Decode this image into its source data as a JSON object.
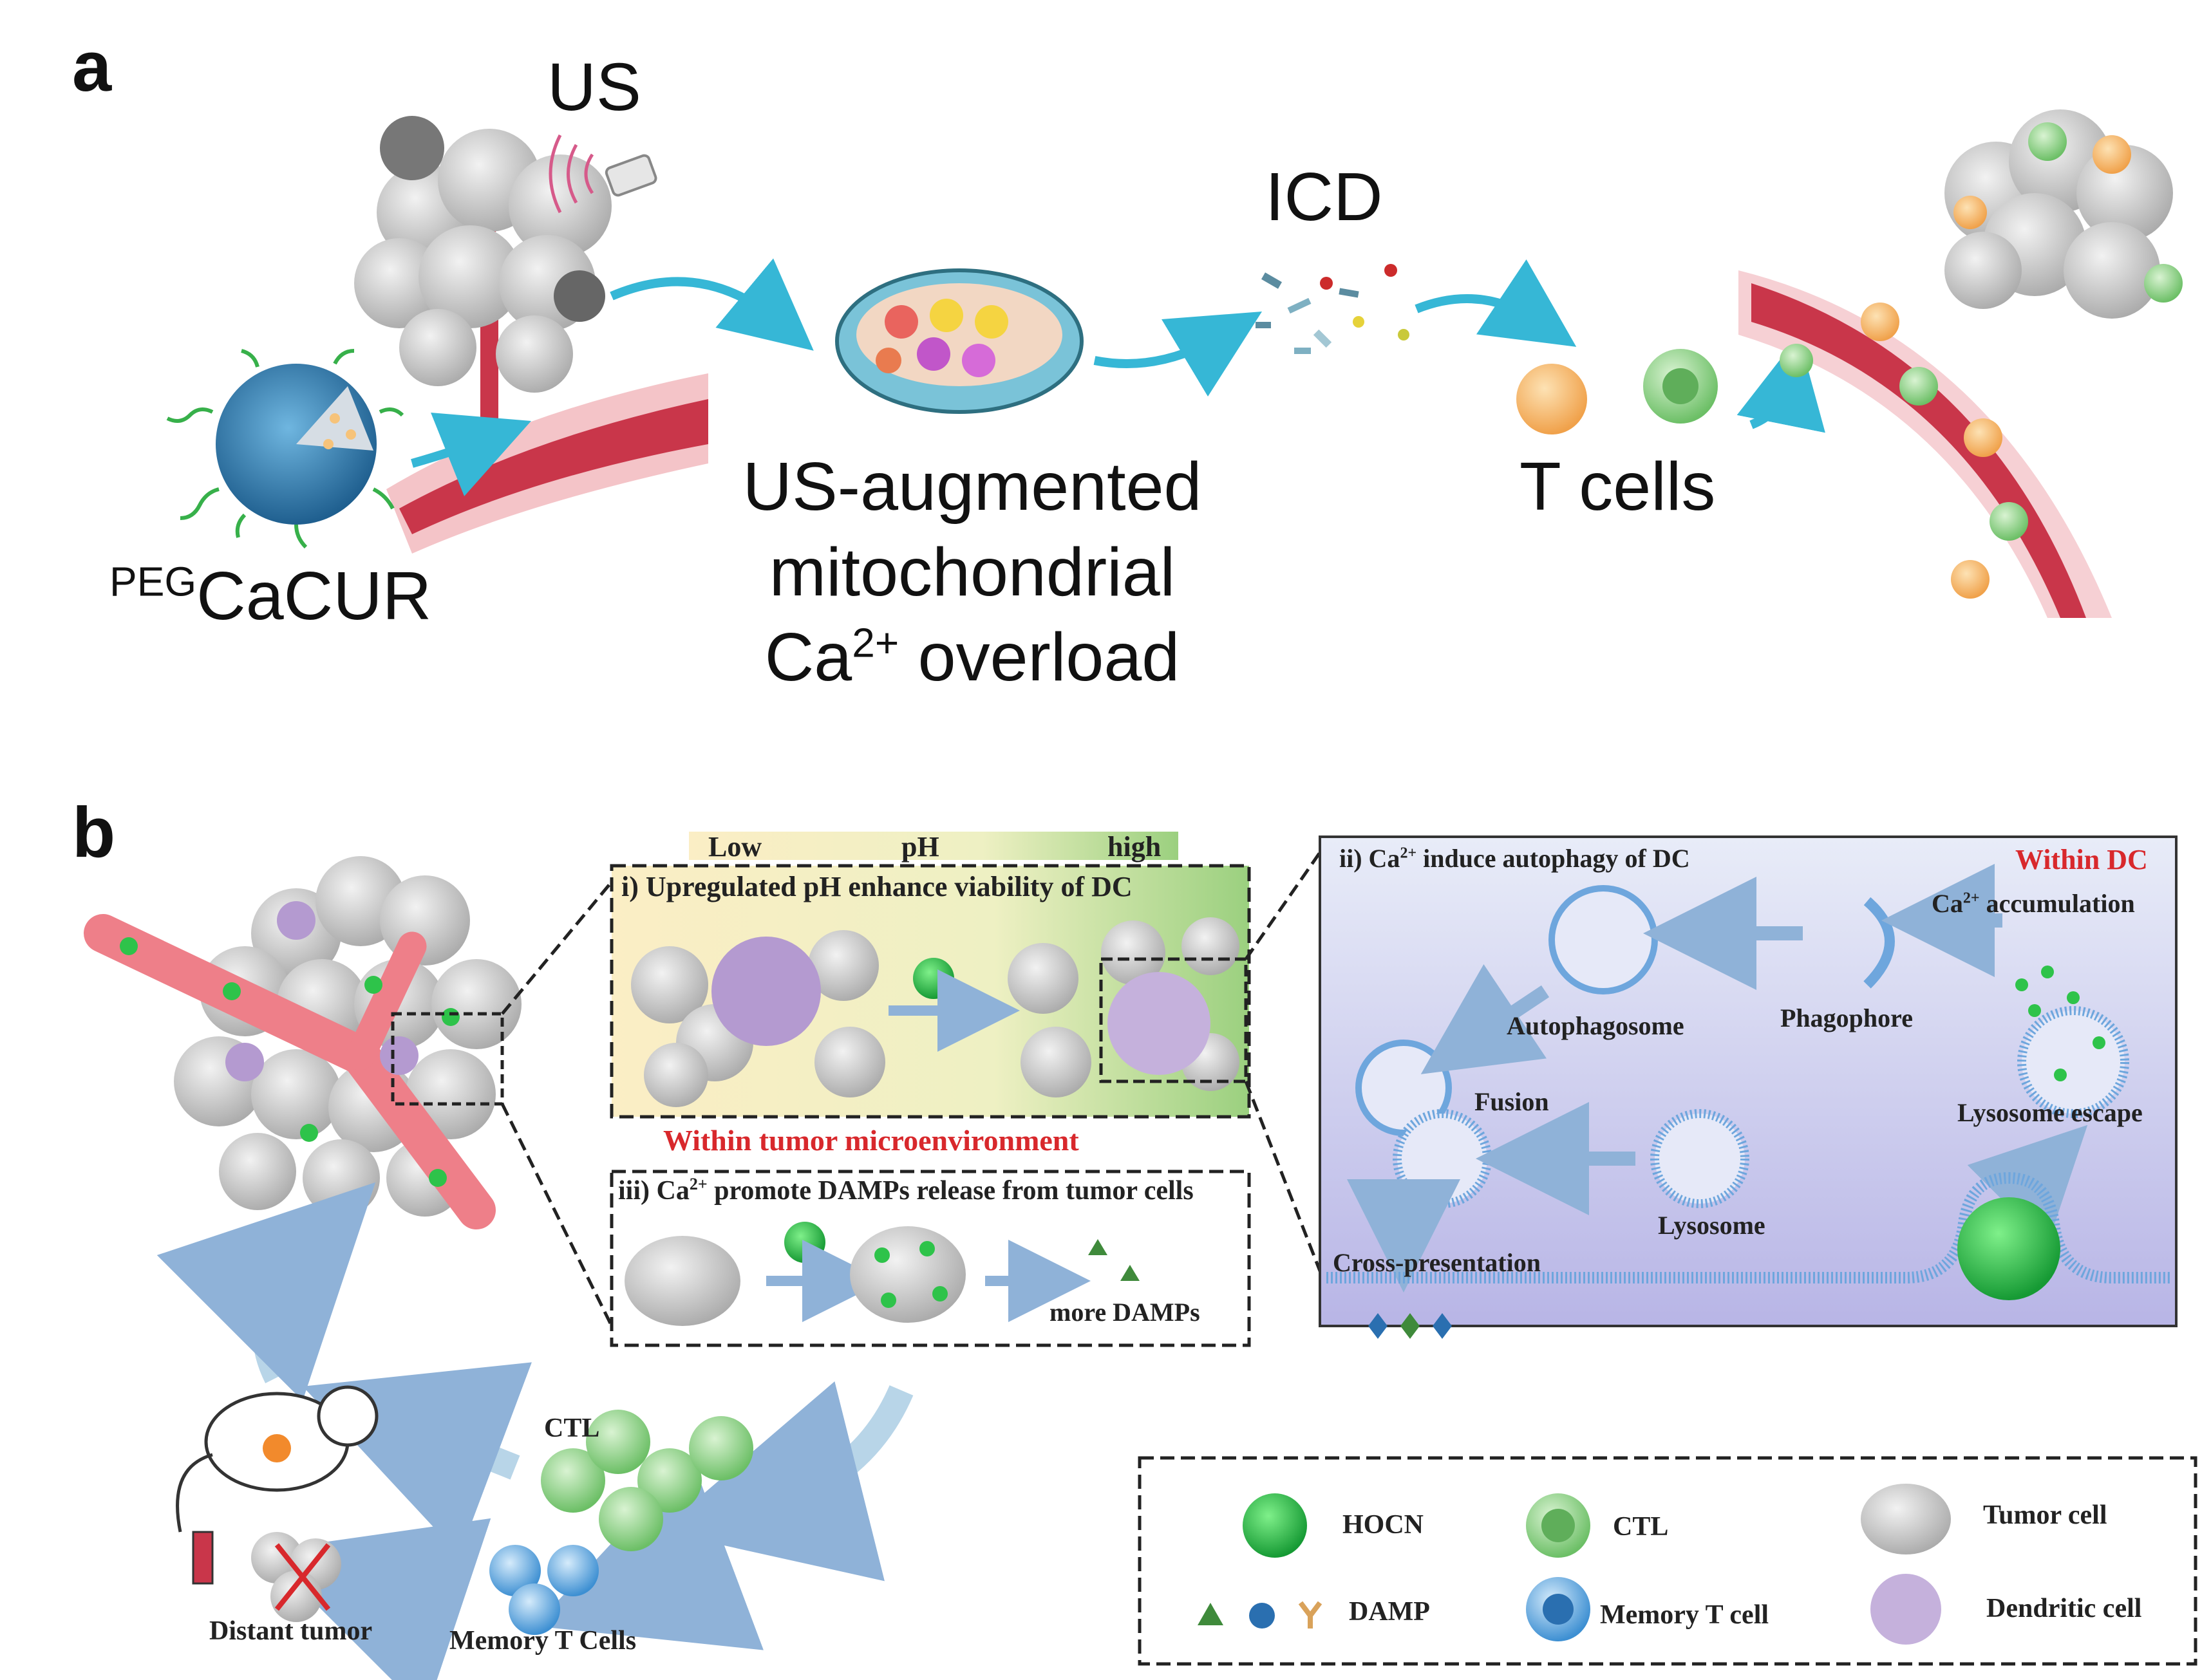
{
  "panel_a": {
    "label": "a",
    "us": "US",
    "nanoparticle_label_sup": "PEG",
    "nanoparticle_label": "CaCUR",
    "step_line1": "US-augmented",
    "step_line2": "mitochondrial",
    "step_line3_pre": "Ca",
    "step_line3_sup": "2+",
    "step_line3_post": " overload",
    "icd": "ICD",
    "t_cells": "T cells"
  },
  "panel_b": {
    "label": "b",
    "ph_low": "Low",
    "ph_mid": "pH",
    "ph_high": "high",
    "box_i_title": "i) Upregulated pH enhance viability of DC",
    "within_tme": "Within tumor microenvironment",
    "box_iii_title_pre": "iii) Ca",
    "box_iii_title_sup": "2+",
    "box_iii_title_post": " promote DAMPs  release from tumor cells",
    "more_damps": "more DAMPs",
    "box_ii_title_pre": "ii) Ca",
    "box_ii_title_sup": "2+",
    "box_ii_title_post": " induce autophagy of DC",
    "within_dc": "Within DC",
    "ca_acc_pre": "Ca",
    "ca_acc_sup": "2+",
    "ca_acc_post": " accumulation",
    "autophagosome": "Autophagosome",
    "phagophore": "Phagophore",
    "fusion": "Fusion",
    "lysosome": "Lysosome",
    "lysosome_escape": "Lysosome escape",
    "cross_presentation": "Cross-presentation",
    "ctl": "CTL",
    "memory_t_cells": "Memory T Cells",
    "distant_tumor": "Distant tumor"
  },
  "legend": {
    "hocn": "HOCN",
    "ctl": "CTL",
    "tumor_cell": "Tumor cell",
    "damp": "DAMP",
    "memory_t_cell": "Memory T cell",
    "dendritic_cell": "Dendritic cell"
  },
  "colors": {
    "arrow_teal": "#36b7d6",
    "vessel_red": "#c9364a",
    "tumor_grey": "#b9b9b9",
    "dc_purple": "#b49ad0",
    "hocn_green": "#2ec34a",
    "ctl_green": "#8ecf84",
    "memory_blue": "#5aa2dc",
    "damp_green": "#3f8a3b",
    "title_red": "#d8282c",
    "dc_bg_top": "#e8ecf8",
    "dc_bg_bottom": "#b8b5e6"
  }
}
